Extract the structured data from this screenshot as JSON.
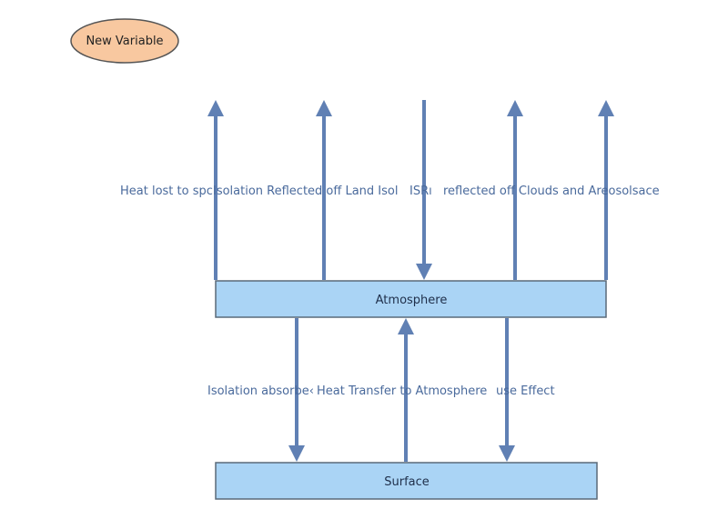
{
  "variable": {
    "label": "New Variable"
  },
  "stocks": {
    "atmosphere": "Atmosphere",
    "surface": "Surface"
  },
  "flows": {
    "heat_lost": "Heat lost to spc",
    "isolation_reflected_land": "Isolation Reflected off Land Isol",
    "isr": "ISRı",
    "reflected_clouds": "reflected off Clouds and Areosolsace",
    "isolation_absorbed": "Isolation absorbe‹",
    "heat_transfer": "Heat Transfer to Atmosphere",
    "greenhouse": "use Effect"
  },
  "colors": {
    "stock_fill": "#aad4f5",
    "stock_border": "#5a6a78",
    "arrow": "#6080b4",
    "oval_fill": "#f8c8a0",
    "oval_border": "#555555"
  }
}
